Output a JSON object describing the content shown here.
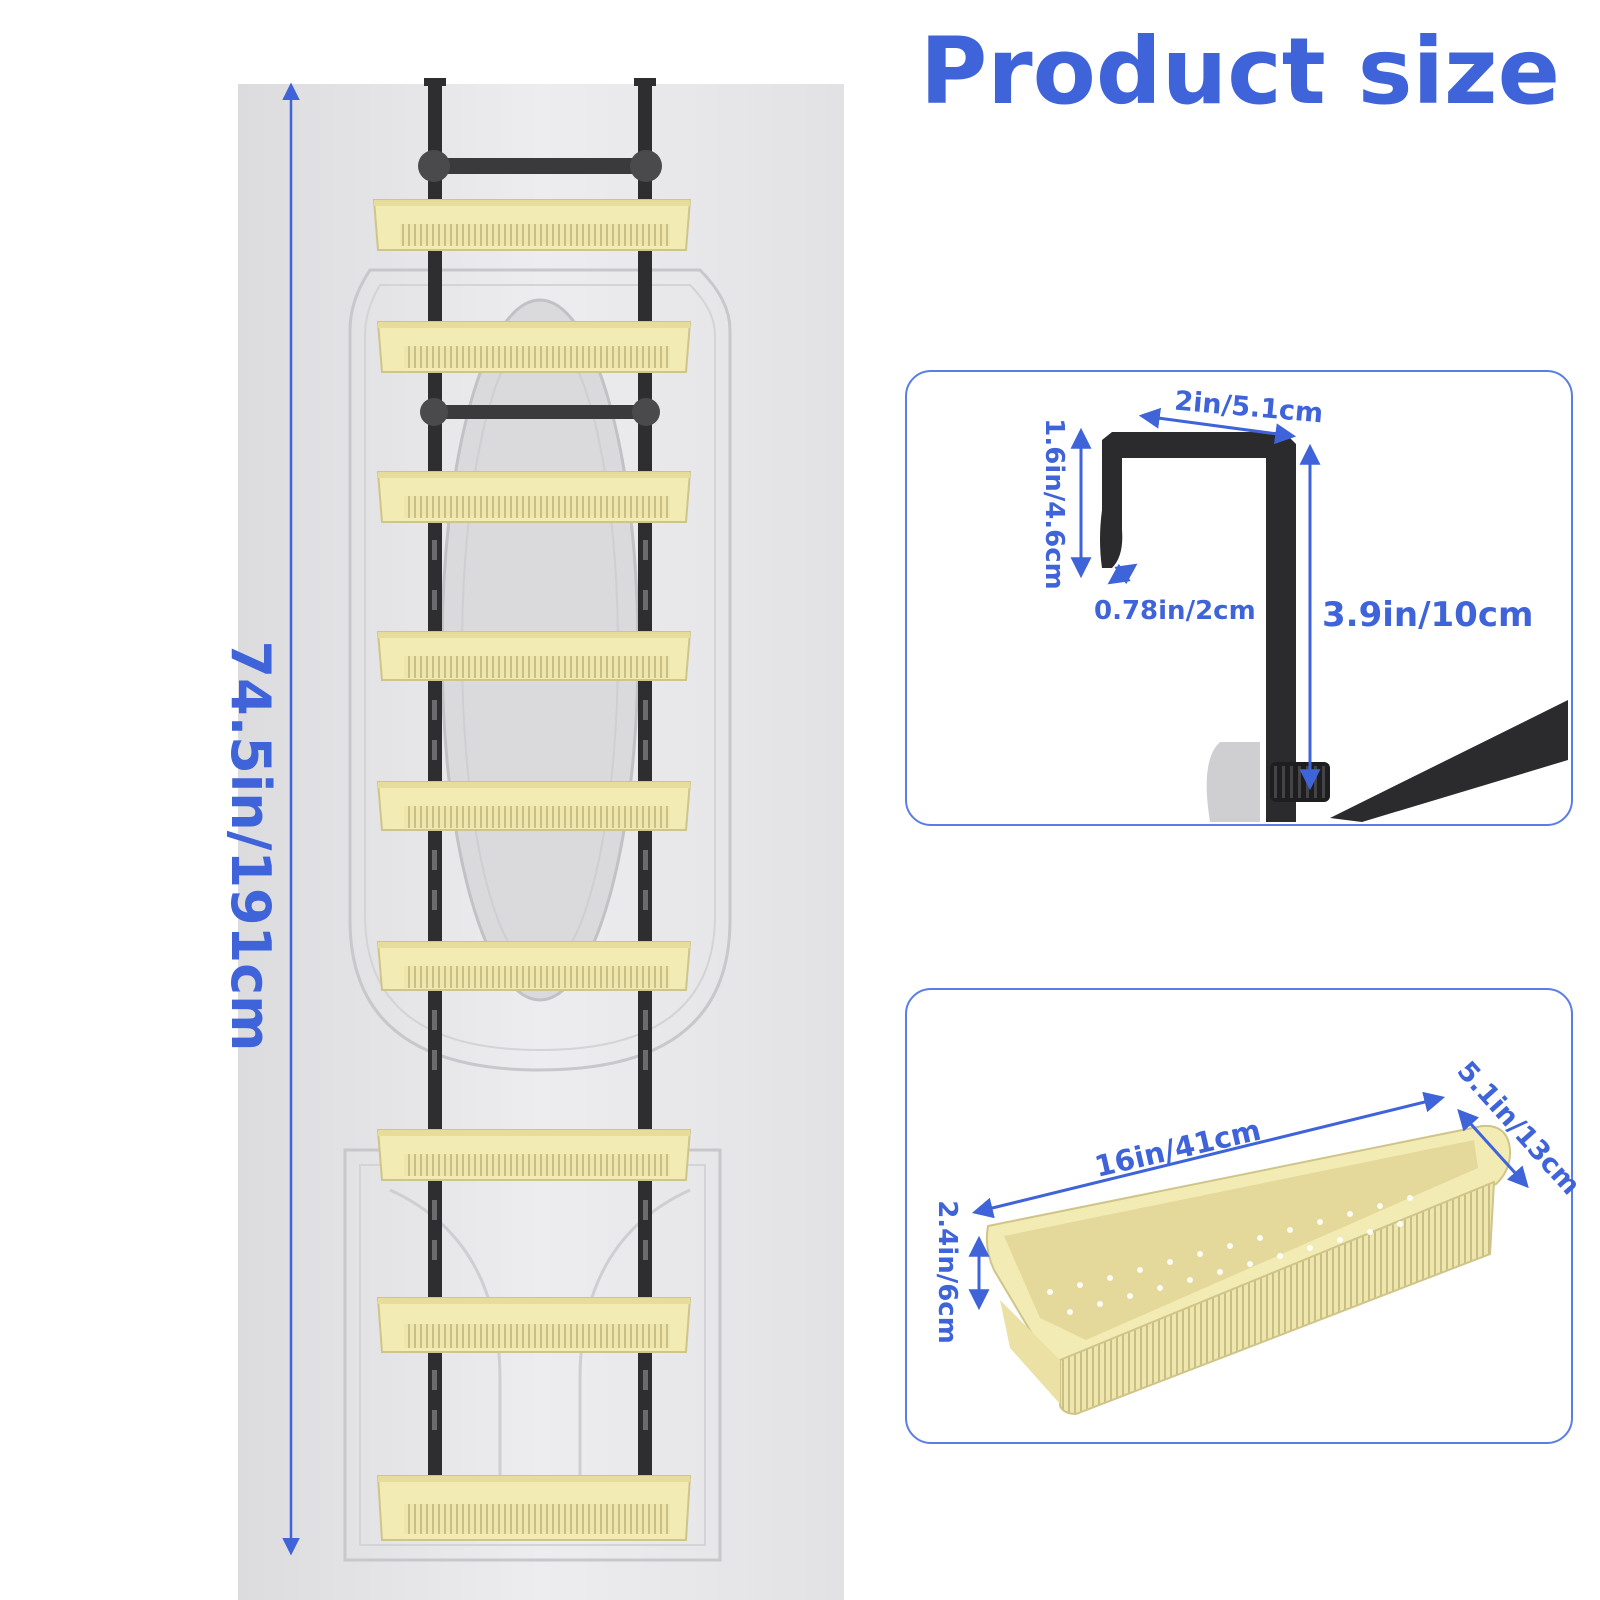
{
  "title": "Product size",
  "colors": {
    "accent": "#3f63d8",
    "basket": "#f3ebb4",
    "frame": "#2e2e30",
    "door": "#e7e7e9"
  },
  "dimensions": {
    "total_height": "74.5in/191cm",
    "hook_width": "2in/5.1cm",
    "hook_depth": "1.6in/4.6cm",
    "hook_gap": "0.78in/2cm",
    "hook_height": "3.9in/10cm",
    "basket_length": "16in/41cm",
    "basket_width": "5.1in/13cm",
    "basket_height": "2.4in/6cm"
  },
  "shelves": {
    "count": 9
  }
}
